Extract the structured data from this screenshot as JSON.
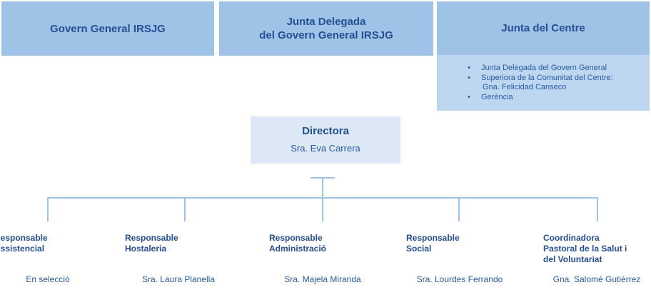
{
  "top_boxes": {
    "govern": {
      "title": "Govern General IRSJG"
    },
    "junta_delegada": {
      "title_line1": "Junta Delegada",
      "title_line2": "del Govern General IRSJG"
    },
    "junta_centre": {
      "title": "Junta del Centre",
      "members": [
        {
          "bullet": "•",
          "text": "Junta Delegada del Govern General"
        },
        {
          "bullet": "•",
          "text": "Superiora de la Comunitat del Centre:",
          "sub": "Gna. Felicidad Canseco"
        },
        {
          "bullet": "•",
          "text": "Gerència"
        }
      ]
    }
  },
  "directora": {
    "title": "Directora",
    "name": "Sra. Eva Carrera"
  },
  "children": [
    {
      "title_lines": [
        "Responsable",
        "Assistencial"
      ],
      "name": "En selecció"
    },
    {
      "title_lines": [
        "Responsable",
        "Hostaleria"
      ],
      "name": "Sra. Laura Planella"
    },
    {
      "title_lines": [
        "Responsable",
        "Administració"
      ],
      "name": "Sra. Majela Miranda"
    },
    {
      "title_lines": [
        "Responsable",
        "Social"
      ],
      "name": "Sra. Lourdes Ferrando"
    },
    {
      "title_lines": [
        "Coordinadora",
        "Pastoral de la Salut i",
        "del Voluntariat"
      ],
      "name": "Gna. Salomé Gutiérrez"
    }
  ],
  "colors": {
    "top_box": "#9fc3e7",
    "centre_body": "#bdd7f0",
    "directora_box": "#dce8f6",
    "text": "#244f93",
    "connector": "#9fc3e7"
  }
}
